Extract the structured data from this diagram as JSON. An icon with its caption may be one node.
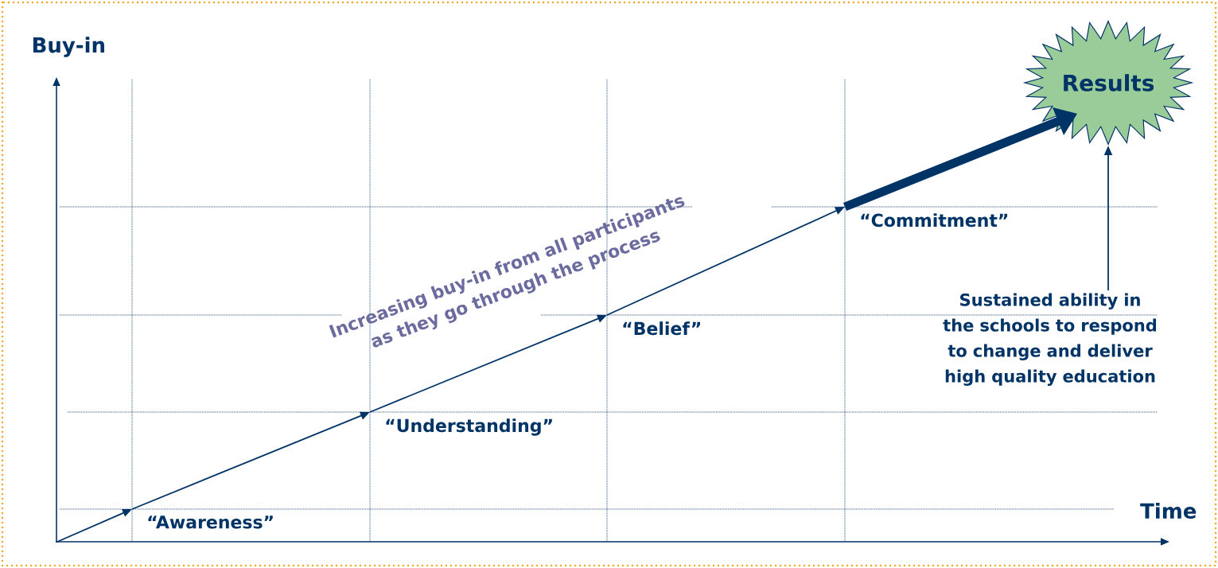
{
  "diagram": {
    "nodes": [
      {
        "text": [
          "“Awareness”"
        ]
      },
      {
        "text": [
          "“Understanding”"
        ]
      },
      {
        "text": [
          "“Belief”"
        ]
      },
      {
        "text": [
          "“Commitment”"
        ]
      },
      {
        "text": [
          "Results"
        ]
      },
      {
        "text": [
          "Sustained ability in the schools to respond to change and deliver high quality education"
        ]
      }
    ],
    "edges": [
      {
        "from": null,
        "to": 0,
        "arrow": "to"
      },
      {
        "from": 0,
        "to": 1,
        "arrow": "to"
      },
      {
        "from": 1,
        "to": 2,
        "arrow": "to"
      },
      {
        "from": 2,
        "to": 3,
        "arrow": "to"
      },
      {
        "from": 3,
        "to": 4,
        "arrow": "to",
        "style": "thick"
      },
      {
        "from": 5,
        "to": 4,
        "arrow": "to"
      }
    ],
    "labels": [
      "Buy-in",
      "Time",
      "Increasing buy-in from all participants as they go through the process"
    ]
  }
}
